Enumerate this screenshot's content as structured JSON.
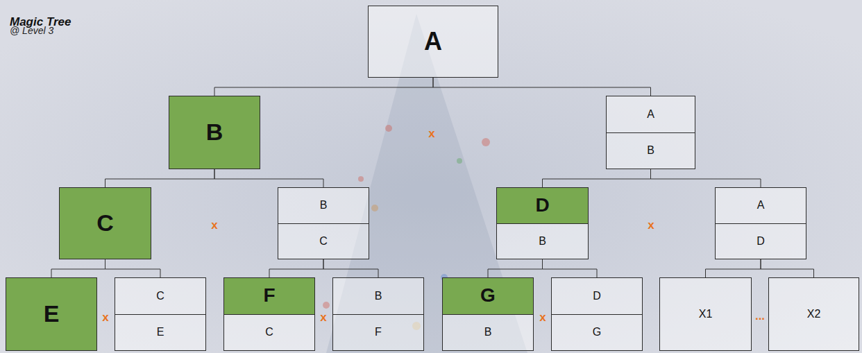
{
  "diagram": {
    "title": "Magic Tree",
    "nodes": [
      {
        "text": [
          "A"
        ]
      },
      {
        "text": [
          "B"
        ]
      },
      {
        "text": [
          "A",
          "B"
        ]
      },
      {
        "text": [
          "C"
        ]
      },
      {
        "text": [
          "B",
          "C"
        ]
      },
      {
        "text": [
          "D",
          "B"
        ]
      },
      {
        "text": [
          "A",
          "D"
        ]
      },
      {
        "text": [
          "E"
        ]
      },
      {
        "text": [
          "C",
          "E"
        ]
      },
      {
        "text": [
          "F",
          "C"
        ]
      },
      {
        "text": [
          "B",
          "F"
        ]
      },
      {
        "text": [
          "G",
          "B"
        ]
      },
      {
        "text": [
          "D",
          "G"
        ]
      },
      {
        "text": [
          "X1"
        ]
      },
      {
        "text": [
          "X2"
        ]
      }
    ],
    "edges": [
      {
        "from": 0,
        "to": 1,
        "arrow": "none"
      },
      {
        "from": 0,
        "to": 2,
        "arrow": "none"
      },
      {
        "from": 1,
        "to": 3,
        "arrow": "none"
      },
      {
        "from": 1,
        "to": 4,
        "arrow": "none"
      },
      {
        "from": 2,
        "to": 5,
        "arrow": "none"
      },
      {
        "from": 2,
        "to": 6,
        "arrow": "none"
      },
      {
        "from": 3,
        "to": 7,
        "arrow": "none"
      },
      {
        "from": 3,
        "to": 8,
        "arrow": "none"
      },
      {
        "from": 4,
        "to": 9,
        "arrow": "none"
      },
      {
        "from": 4,
        "to": 10,
        "arrow": "none"
      },
      {
        "from": 5,
        "to": 11,
        "arrow": "none"
      },
      {
        "from": 5,
        "to": 12,
        "arrow": "none"
      },
      {
        "from": 6,
        "to": 13,
        "arrow": "none"
      },
      {
        "from": 6,
        "to": 14,
        "arrow": "none"
      }
    ],
    "labels": [
      "@ Level 3",
      "x",
      "x",
      "x",
      "x",
      "x",
      "x",
      "..."
    ]
  }
}
